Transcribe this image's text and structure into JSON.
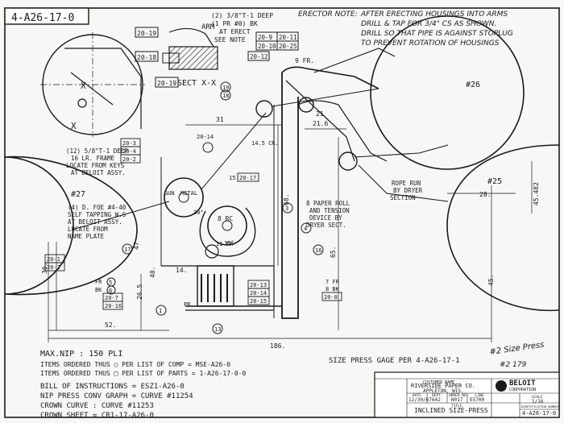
{
  "drawing_number_top": "4-A26-17-0",
  "drawing_number_bottom": "4-A26-17-0",
  "erector_note": {
    "label": "ERECTOR NOTE:",
    "lines": [
      "AFTER ERECTING HOUSINGS INTO ARMS",
      "DRILL & TAP FOR 3/4\" CS AS SHOWN.",
      "DRILL SO THAT PIPE IS AGAINST STOPLUG",
      "TO PREVENT ROTATION OF HOUSINGS"
    ]
  },
  "tap_note": [
    "(2) 3/8\"T-1 DEEP",
    "(1 PR #0) BK",
    "AT ERECT",
    "SEE NOTE"
  ],
  "arm_label": "ARM",
  "section_label": "SECT X-X",
  "section_marks": [
    "X",
    "X"
  ],
  "left_note_1": [
    "(12) 5/8\"T-1 DEEP",
    "16 LR. FRAME",
    "LOCATE FROM KEYS",
    "AT BELOIT ASSY."
  ],
  "left_note_2": [
    "(4) D. FOE #4-40",
    "SELF TAPPING W.S",
    "AT BELOIT ASSY.",
    "LOCATE FROM",
    "NAME PLATE"
  ],
  "paper_roll_note": [
    "8 PAPER ROLL",
    "AND TENSION",
    "DEVICE BY",
    "DRYER SECT."
  ],
  "rope_note": [
    "ROPE RUN",
    "BY DRYER",
    "SECTION"
  ],
  "roll_labels": {
    "left": "#27",
    "upper_right": "#26",
    "right": "#25"
  },
  "gun_metal": [
    "GUN",
    "METAL"
  ],
  "brc_label": "8 RC",
  "frame_label": "11 FR",
  "dims": {
    "d21": "21",
    "d21_6": "21.6",
    "d31": "31",
    "d52": "52.",
    "d186": "186.",
    "d68": "68.",
    "d65": "65.",
    "d45": "45.",
    "d36": "36.",
    "d26": "26.5",
    "d48": "48.",
    "d47": "47",
    "d28": "28.",
    "d45_482": "45.482",
    "d14": "14.",
    "d30deg": "30°",
    "d35deg": "35°",
    "d14_5": "14.5 CR."
  },
  "callouts": {
    "c20_19a": "20-19",
    "c20_18": "20-18",
    "c20_19b": "20-19",
    "c20_9": "20-9",
    "c20_10": "20-10",
    "c20_11": "20-11",
    "c20_25": "20-25",
    "c20_12": "20-12",
    "c9fr": "9 FR.",
    "c19": "19",
    "c18": "18",
    "c20_14": "20-14",
    "c20_3": "20-3",
    "c20_4": "20-4",
    "c20_2": "20-2",
    "c15": "15",
    "c20_17": "20-17",
    "c3": "3",
    "c4": "4",
    "c16": "16",
    "c17": "17",
    "c20_1": "20-1",
    "c20_2b": "20-2",
    "c5": "5",
    "c6": "6",
    "c20_7": "20-7",
    "c20_16": "20-16",
    "c20_13": "20-13",
    "c20_14b": "20-14",
    "c20_15": "20-15",
    "c7fr": "7 FR",
    "c8bk": "8 BK",
    "c20_8": "20-8",
    "c13": "13",
    "c1": "1",
    "cfr": "FR",
    "cbk": "BK",
    "cpr": "PR"
  },
  "notes": [
    "MAX.NIP : 150 PLI",
    "ITEMS ORDERED THUS ○ PER LIST OF COMP = MSE-A26-0",
    "ITEMS ORDERED THUS □ PER LIST OF PARTS = 1-A26-17-0-0",
    "BILL OF INSTRUCTIONS = ESZ1-A26-0",
    "NIP PRESS CONV GRAPH = CURVE #11254",
    "CROWN CURVE : CURVE #11253",
    "CROWN SHEET = CR1-17-A26-0"
  ],
  "size_press_note": "SIZE PRESS GAGE PER  4-A26-17-1",
  "handwritten": {
    "size_press": "#2 Size Press",
    "h2": "#2 179"
  },
  "title_block": {
    "customer_label": "CUSTOMER NAME",
    "customer": "RIVERSIDE PAPER CO.",
    "location": "APPLETON, WIS.",
    "date_label": "DATE",
    "date": "12/30/67",
    "dept_label": "DEPT.",
    "dept": "642",
    "order_label": "ORDER NO.",
    "order": "N017",
    "line_label": "LINE",
    "line": "E5700",
    "title_label": "TITLE",
    "title": "INCLINED SIZE-PRESS",
    "scale_label": "SCALE",
    "scale": "1/16",
    "company": "BELOIT",
    "company_sub": "CORPORATION",
    "ident_label": "IDENTIFICATION NUMBER"
  }
}
